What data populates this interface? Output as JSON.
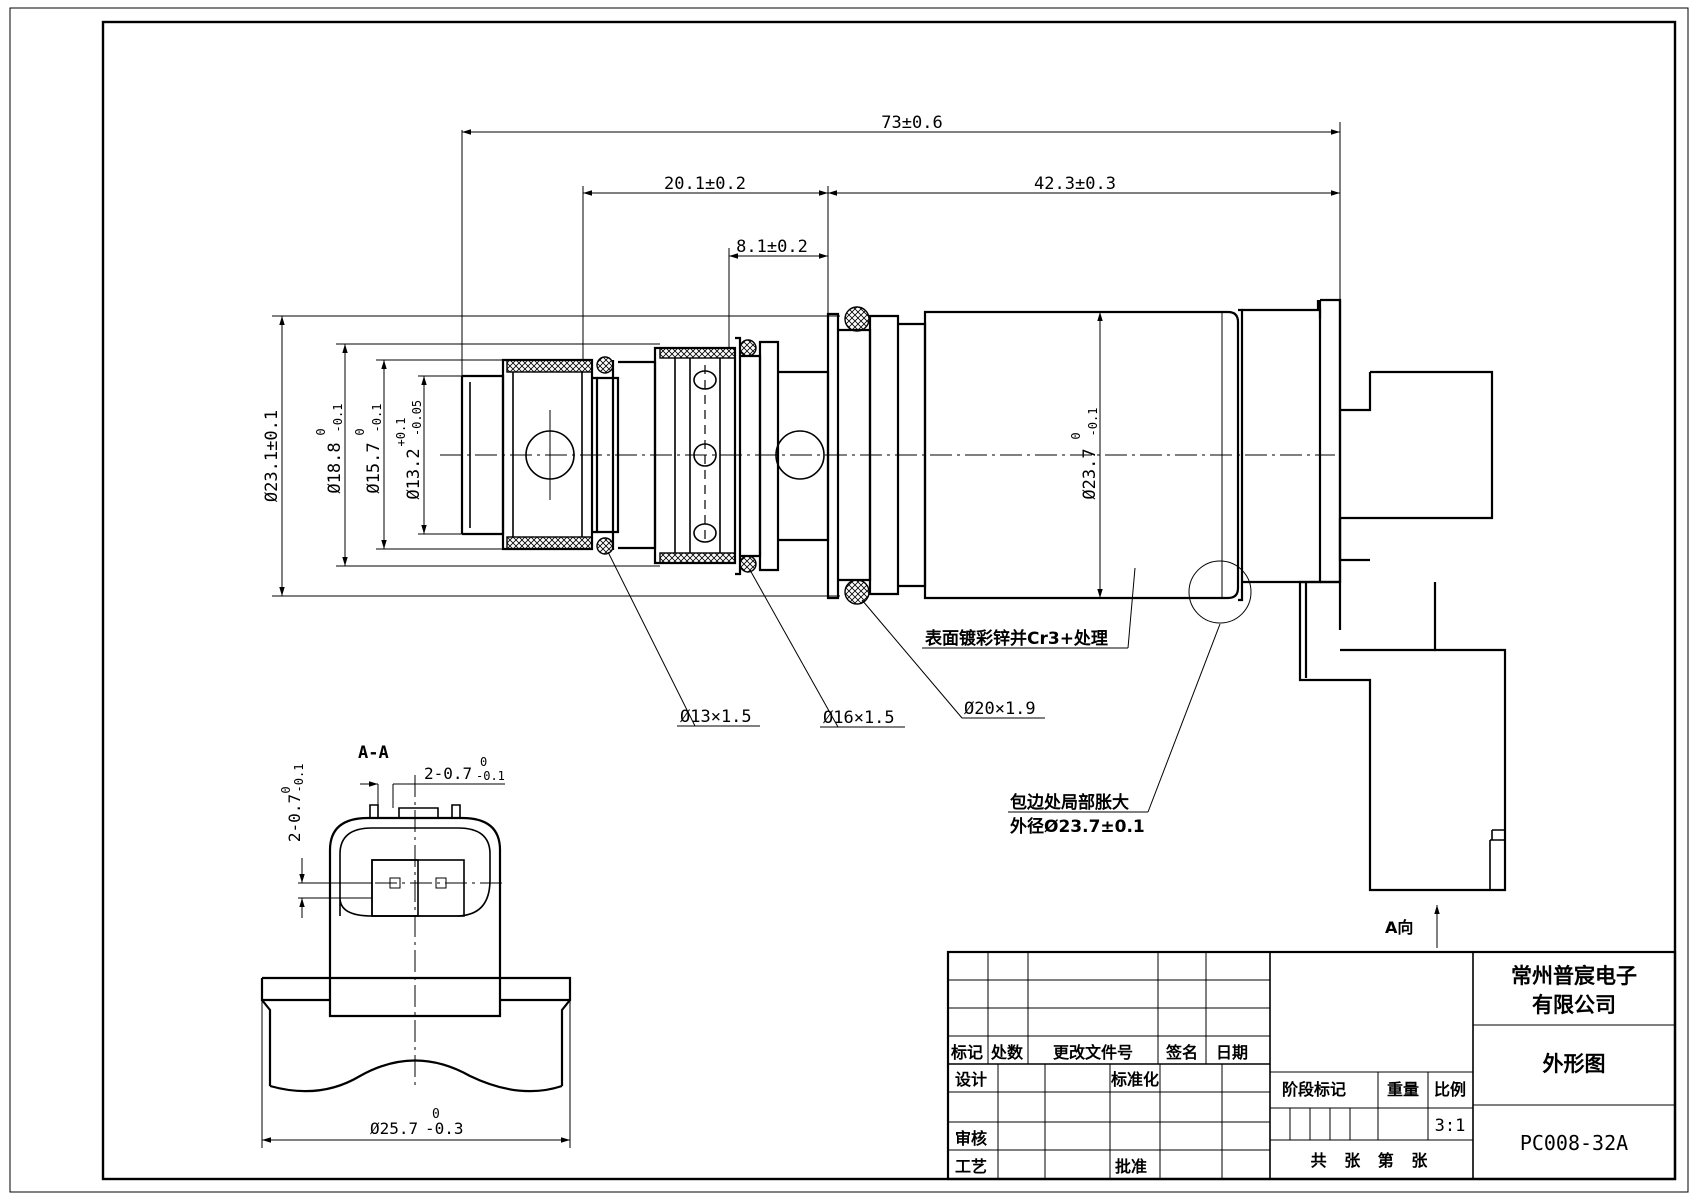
{
  "dimensions": {
    "overall_length": "73±0.6",
    "front_length": "20.1±0.2",
    "rear_length": "42.3±0.3",
    "groove_length": "8.1±0.2",
    "dia_23_1": "Ø23.1±0.1",
    "dia_18_8": "Ø18.8",
    "dia_18_8_tol_upper": "0",
    "dia_18_8_tol_lower": "-0.1",
    "dia_15_7": "Ø15.7",
    "dia_15_7_tol_upper": "0",
    "dia_15_7_tol_lower": "-0.1",
    "dia_13_2": "Ø13.2",
    "dia_13_2_tol_upper": "+0.1",
    "dia_13_2_tol_lower": "-0.05",
    "dia_23_7": "Ø23.7",
    "dia_23_7_tol_upper": "0",
    "dia_23_7_tol_lower": "-0.1"
  },
  "callouts": {
    "oring_1": "Ø13×1.5",
    "oring_2": "Ø16×1.5",
    "oring_3": "Ø20×1.9",
    "surface_note": "表面镀彩锌并Cr3+处理",
    "flare_note_line1": "包边处局部胀大",
    "flare_note_line2": "外径Ø23.7±0.1",
    "view_arrow": "A向"
  },
  "section_view": {
    "title": "A-A",
    "dim_top": "2-0.7",
    "dim_top_tol_upper": "0",
    "dim_top_tol_lower": "-0.1",
    "dim_side": "2-0.7",
    "dim_side_tol_upper": "0",
    "dim_side_tol_lower": "-0.1",
    "dim_bottom": "Ø25.7",
    "dim_bottom_tol_upper": "0",
    "dim_bottom_tol_lower": "-0.3"
  },
  "title_block": {
    "company_line1": "常州普宸电子",
    "company_line2": "有限公司",
    "drawing_name": "外形图",
    "drawing_number": "PC008-32A",
    "scale": "3:1",
    "h_mark": "标记",
    "h_count": "处数",
    "h_change_doc": "更改文件号",
    "h_sign": "签名",
    "h_date": "日期",
    "r_design": "设计",
    "r_standard": "标准化",
    "r_review": "审核",
    "r_process": "工艺",
    "r_approve": "批准",
    "stage_mark": "阶段标记",
    "weight": "重量",
    "scale_label": "比例",
    "sheets": "共 张 第 张"
  }
}
